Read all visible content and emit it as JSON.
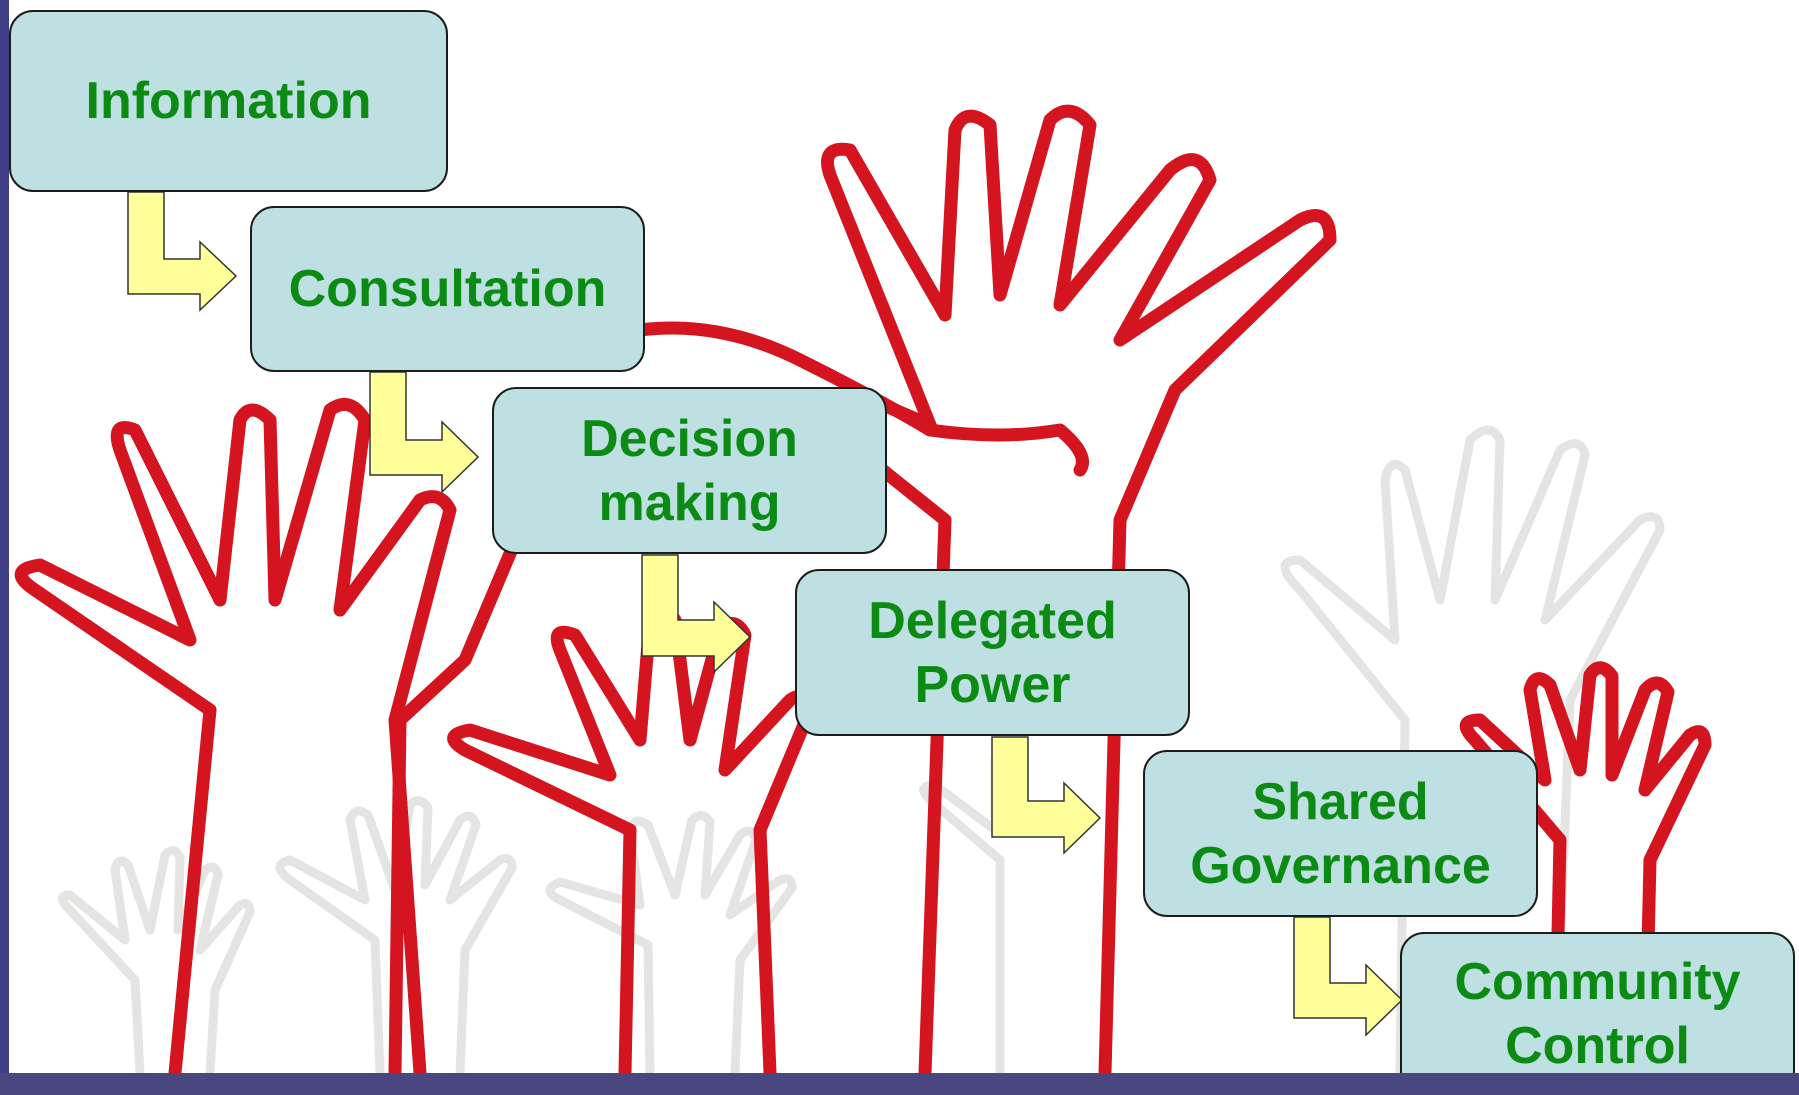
{
  "diagram": {
    "steps": [
      {
        "label": "Information"
      },
      {
        "label": "Consultation"
      },
      {
        "label": "Decision\nmaking"
      },
      {
        "label": "Delegated\nPower"
      },
      {
        "label": "Shared\nGovernance"
      },
      {
        "label": "Community\nControl"
      }
    ]
  },
  "colors": {
    "box_fill": "#bfe0e2",
    "box_text": "#0b8a14",
    "arrow_fill": "#ffff99",
    "hand_red": "#d4141f",
    "hand_grey": "#e2e2e0",
    "frame": "#3f3d86"
  },
  "icons": [
    "raised-hand-icon",
    "elbow-arrow-icon"
  ]
}
